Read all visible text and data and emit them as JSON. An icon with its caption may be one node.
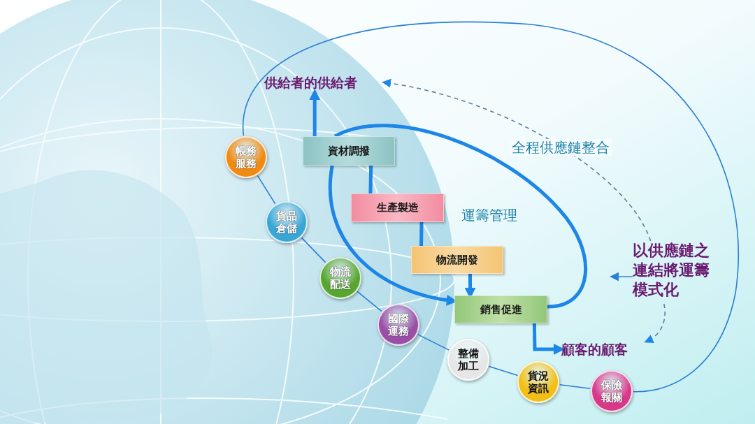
{
  "diagram": {
    "nodes": [
      {
        "text": [
          "供給者的供給者"
        ]
      },
      {
        "text": [
          "資材調撥"
        ]
      },
      {
        "text": [
          "生產製造"
        ]
      },
      {
        "text": [
          "物流開發"
        ]
      },
      {
        "text": [
          "銷售促進"
        ]
      },
      {
        "text": [
          "顧客的顧客"
        ]
      },
      {
        "text": [
          "以供應鏈之連結將運籌模式化"
        ]
      },
      {
        "text": [
          "帳務服務"
        ]
      },
      {
        "text": [
          "貨品倉儲"
        ]
      },
      {
        "text": [
          "物流配送"
        ]
      },
      {
        "text": [
          "國際運務"
        ]
      },
      {
        "text": [
          "整備加工"
        ]
      },
      {
        "text": [
          "貨況資訊"
        ]
      },
      {
        "text": [
          "保險報關"
        ]
      }
    ],
    "edges": [
      {
        "from": 1,
        "to": 0,
        "arrow": "to",
        "style": "thick"
      },
      {
        "from": 1,
        "to": 2,
        "arrow": "none",
        "style": "thick"
      },
      {
        "from": 2,
        "to": 3,
        "arrow": "none",
        "style": "thick"
      },
      {
        "from": 3,
        "to": 4,
        "arrow": "to",
        "style": "thick"
      },
      {
        "from": 4,
        "to": 5,
        "arrow": "to",
        "style": "thick"
      },
      {
        "from": 4,
        "to": 1,
        "arrow": "none",
        "style": "thick"
      },
      {
        "from": 1,
        "to": 4,
        "arrow": "to",
        "style": "thick"
      },
      {
        "from": 7,
        "to": 8,
        "arrow": "none"
      },
      {
        "from": 8,
        "to": 9,
        "arrow": "none"
      },
      {
        "from": 9,
        "to": 10,
        "arrow": "none"
      },
      {
        "from": 10,
        "to": 11,
        "arrow": "none"
      },
      {
        "from": 11,
        "to": 12,
        "arrow": "none"
      },
      {
        "from": 12,
        "to": 13,
        "arrow": "none"
      },
      {
        "from": 7,
        "to": 13,
        "arrow": "none"
      },
      {
        "from": 6,
        "to": 0,
        "arrow": "to",
        "style": "dashed",
        "color": "#5f7f95",
        "label": "全程供應鏈整合"
      },
      {
        "from": 6,
        "to": 5,
        "arrow": "to",
        "style": "dashed",
        "color": "#5f7f95"
      },
      {
        "from": 6,
        "to": null,
        "arrow": "to"
      }
    ],
    "labels": [
      "運籌管理"
    ]
  }
}
